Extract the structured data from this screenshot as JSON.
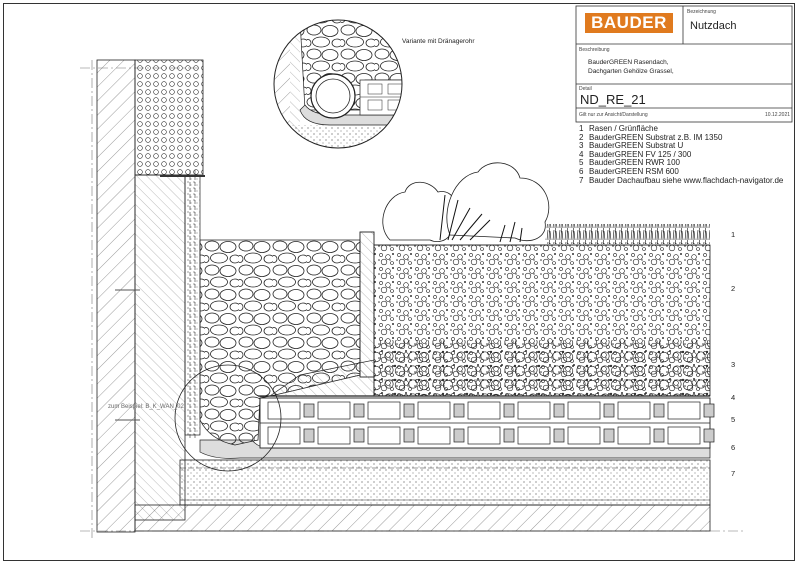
{
  "titleblock": {
    "logo": "BAUDER",
    "title_caption": "Bezeichnung",
    "title": "Nutzdach",
    "description_caption": "Beschreibung",
    "description_line1": "BauderGREEN Rasendach,",
    "description_line2": "Dachgarten Gehölze Grassel,",
    "detail_caption": "Detail",
    "detail_code": "ND_RE_21",
    "note_caption": "Gilt nur zur Ansicht/Darstellung",
    "date": "10.12.2021"
  },
  "legend": [
    {
      "num": "1",
      "text": "Rasen / Grünfläche"
    },
    {
      "num": "2",
      "text": "BauderGREEN Substrat z.B. IM 1350"
    },
    {
      "num": "3",
      "text": "BauderGREEN Substrat U"
    },
    {
      "num": "4",
      "text": "BauderGREEN FV 125 / 300"
    },
    {
      "num": "5",
      "text": "BauderGREEN RWR 100"
    },
    {
      "num": "6",
      "text": "BauderGREEN RSM 600"
    },
    {
      "num": "7",
      "text": "Bauder Dachaufbau siehe www.flachdach-navigator.de"
    }
  ],
  "drawing": {
    "variant_label": "Variante mit Dränagerohr",
    "reference_label": "zum Beispiel: B_K_WAN_02",
    "layer_numbers": [
      "1",
      "2",
      "3",
      "4",
      "5",
      "6",
      "7"
    ]
  },
  "colors": {
    "logo_bg": "#e07a1e",
    "line": "#222222",
    "hatch": "#555555"
  }
}
